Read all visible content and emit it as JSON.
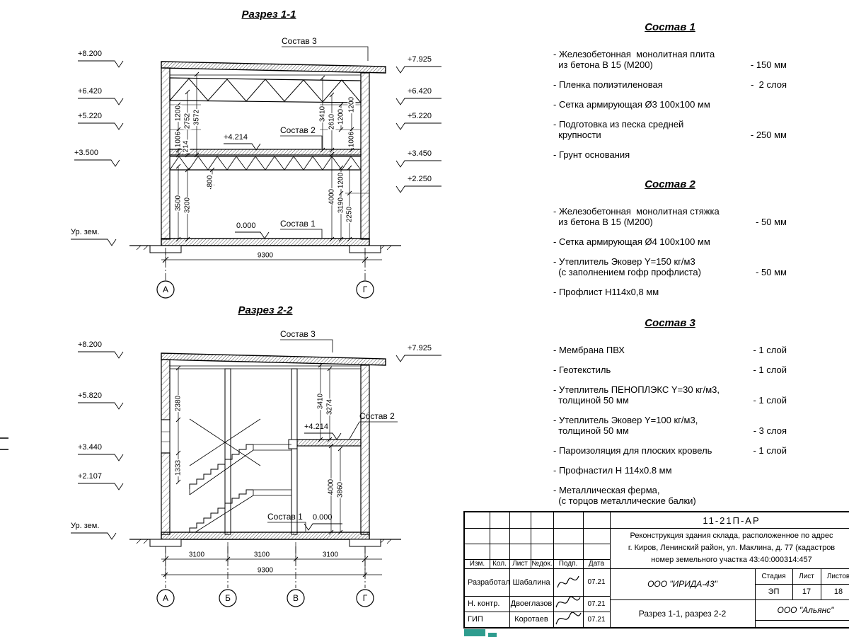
{
  "section1": {
    "title": "Разрез 1-1",
    "elev_left": [
      "+8.200",
      "+6.420",
      "+5.220",
      "+3.500"
    ],
    "ground": "Ур. зем.",
    "elev_right": [
      "+7.925",
      "+6.420",
      "+5.220",
      "+3.450",
      "+2.250"
    ],
    "callouts": {
      "top": "Состав 3",
      "mid": "Состав 2",
      "bottom": "Состав 1"
    },
    "elev_mid": "+4.214",
    "elev_zero": "0.000",
    "dims_left": [
      "1200",
      "2752",
      "3572",
      "1006",
      "214",
      "3500",
      "3200",
      "800"
    ],
    "dims_right": [
      "3410",
      "2610",
      "1200",
      "1006",
      "1200",
      "4000",
      "3190",
      "2250",
      "1200"
    ],
    "dim_width": "9300",
    "axes": [
      "А",
      "Г"
    ]
  },
  "section2": {
    "title": "Разрез 2-2",
    "elev_left": [
      "+8.200",
      "+5.820",
      "+3.440",
      "+2.107"
    ],
    "ground": "Ур. зем.",
    "elev_right": [
      "+7.925"
    ],
    "callouts": {
      "top": "Состав 3",
      "mid": "Состав 2",
      "bottom": "Состав 1"
    },
    "elev_mid": "+4.214",
    "elev_zero": "0.000",
    "dims_left": [
      "2380",
      "1333"
    ],
    "dims_right": [
      "3410",
      "3274",
      "4000",
      "3860"
    ],
    "dims_bottom": [
      "3100",
      "3100",
      "3100"
    ],
    "dim_width": "9300",
    "axes": [
      "А",
      "Б",
      "В",
      "Г"
    ]
  },
  "compositions": [
    {
      "title": "Состав 1",
      "items": [
        {
          "text": "- Железобетонная  монолитная плита\n  из бетона В 15 (М200)",
          "value": "- 150 мм"
        },
        {
          "text": "- Пленка полиэтиленовая",
          "value": "-  2 слоя"
        },
        {
          "text": "- Сетка армирующая Ø3 100х100 мм",
          "value": ""
        },
        {
          "text": "- Подготовка из песка средней\n  крупности",
          "value": "- 250 мм"
        },
        {
          "text": "- Грунт основания",
          "value": ""
        }
      ]
    },
    {
      "title": "Состав 2",
      "items": [
        {
          "text": "- Железобетонная  монолитная стяжка\n  из бетона В 15 (М200)",
          "value": "- 50 мм"
        },
        {
          "text": "- Сетка армирующая Ø4 100х100 мм",
          "value": ""
        },
        {
          "text": "- Утеплитель Эковер Y=150 кг/м3\n  (с заполнением гофр профлиста)",
          "value": "- 50 мм"
        },
        {
          "text": "- Профлист Н114х0,8 мм",
          "value": ""
        }
      ]
    },
    {
      "title": "Состав 3",
      "items": [
        {
          "text": "- Мембрана ПВХ",
          "value": "- 1 слой"
        },
        {
          "text": "- Геотекстиль",
          "value": "- 1 слой"
        },
        {
          "text": "- Утеплитель ПЕНОПЛЭКС Y=30 кг/м3,\n  толщиной 50 мм",
          "value": "- 1 слой"
        },
        {
          "text": "- Утеплитель Эковер Y=100 кг/м3,\n  толщиной 50 мм",
          "value": "- 3 слоя"
        },
        {
          "text": "- Пароизоляция для плоских кровель",
          "value": "- 1 слой"
        },
        {
          "text": "- Профнастил Н 114х0.8 мм",
          "value": ""
        },
        {
          "text": "- Металлическая ферма,\n  (с торцов металлические балки)",
          "value": ""
        }
      ]
    }
  ],
  "titleblock": {
    "doc_number": "11-21П-АР",
    "description": "Реконструкция здания склада, расположенное по адрес\nг. Киров, Ленинский район, ул. Маклина, д. 77 (кадастров\nномер земельного участка 43:40:000314:457",
    "columns": [
      "Изм.",
      "Кол.",
      "Лист",
      "№док.",
      "Подп.",
      "Дата"
    ],
    "rows": [
      {
        "role": "Разработал",
        "name": "Шабалина",
        "date": "07.21"
      },
      {
        "role": "Н. контр.",
        "name": "Двоеглазов",
        "date": "07.21"
      },
      {
        "role": "ГИП",
        "name": "Коротаев",
        "date": "07.21"
      }
    ],
    "org": "ООО \"ИРИДА-43\"",
    "stage_label": "Стадия",
    "sheet_label": "Лист",
    "sheets_label": "Листов",
    "stage": "ЭП",
    "sheet": "17",
    "sheets": "18",
    "drawing_title": "Разрез 1-1, разрез 2-2",
    "contractor": "ООО \"Альянс\""
  }
}
